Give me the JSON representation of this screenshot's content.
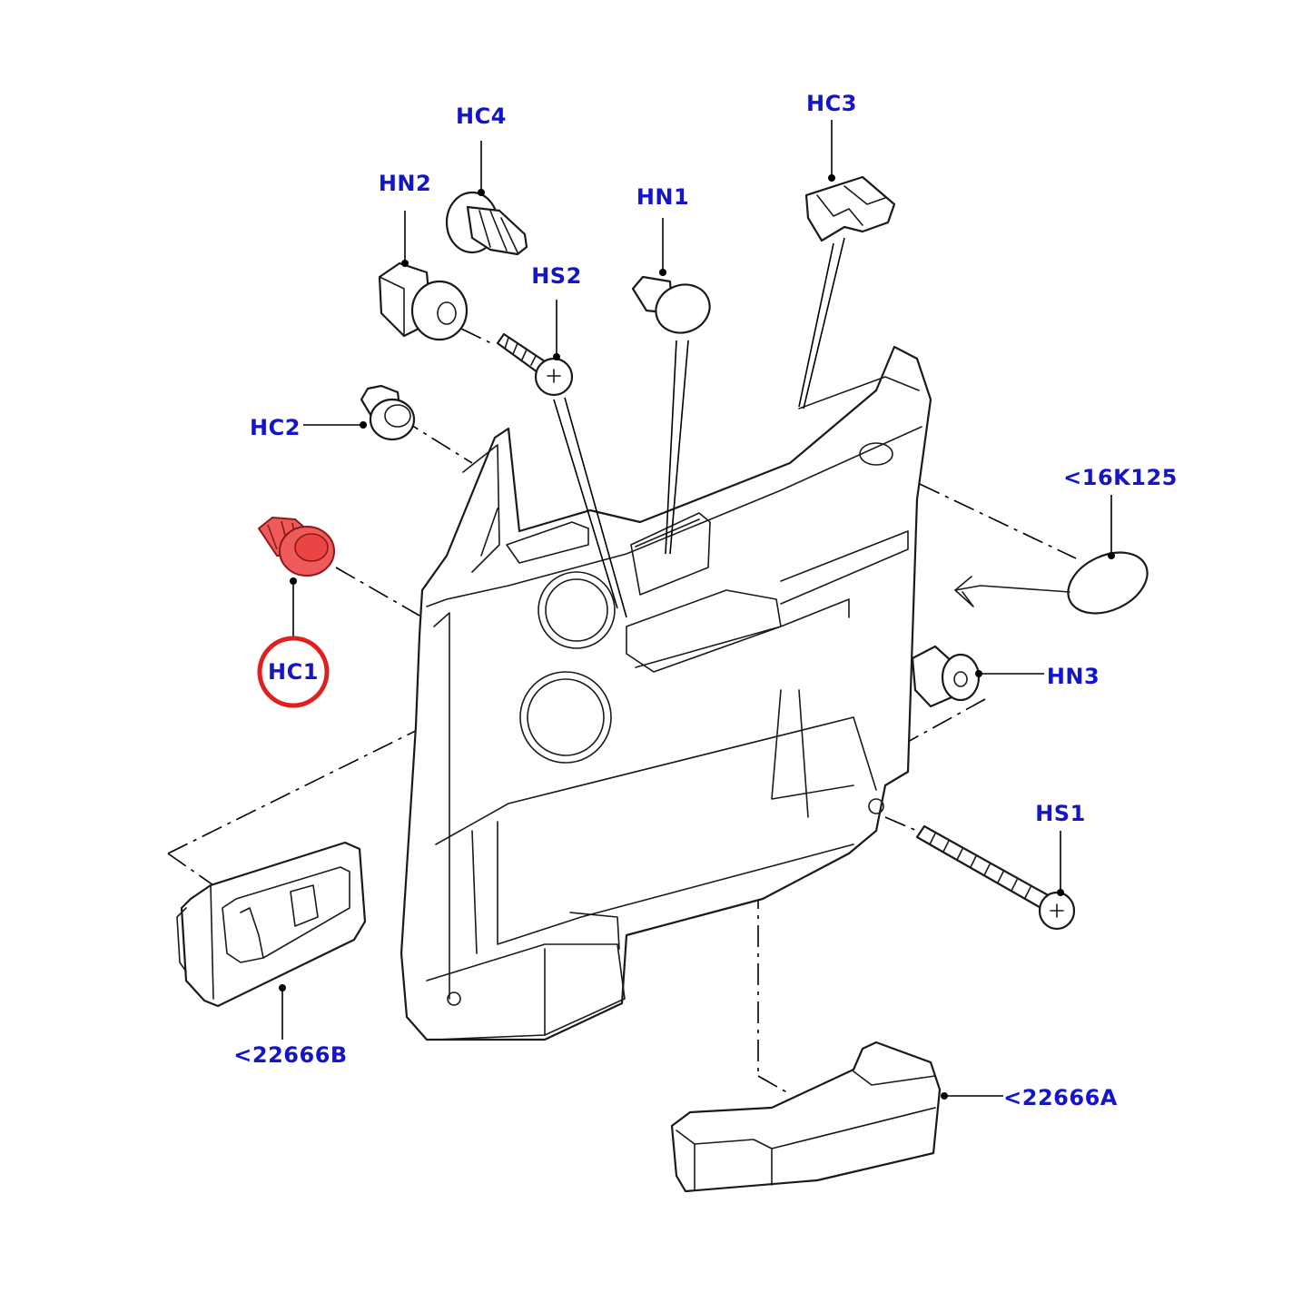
{
  "diagram": {
    "highlight_color": "#e02020",
    "label_color": "#1414c8",
    "highlighted_part": "HC1",
    "labels": {
      "hc1": "HC1",
      "hc2": "HC2",
      "hc3": "HC3",
      "hc4": "HC4",
      "hn1": "HN1",
      "hn2": "HN2",
      "hn3": "HN3",
      "hs1": "HS1",
      "hs2": "HS2",
      "ref_16k125": "<16K125",
      "ref_22666a": "<22666A",
      "ref_22666b": "<22666B"
    }
  }
}
